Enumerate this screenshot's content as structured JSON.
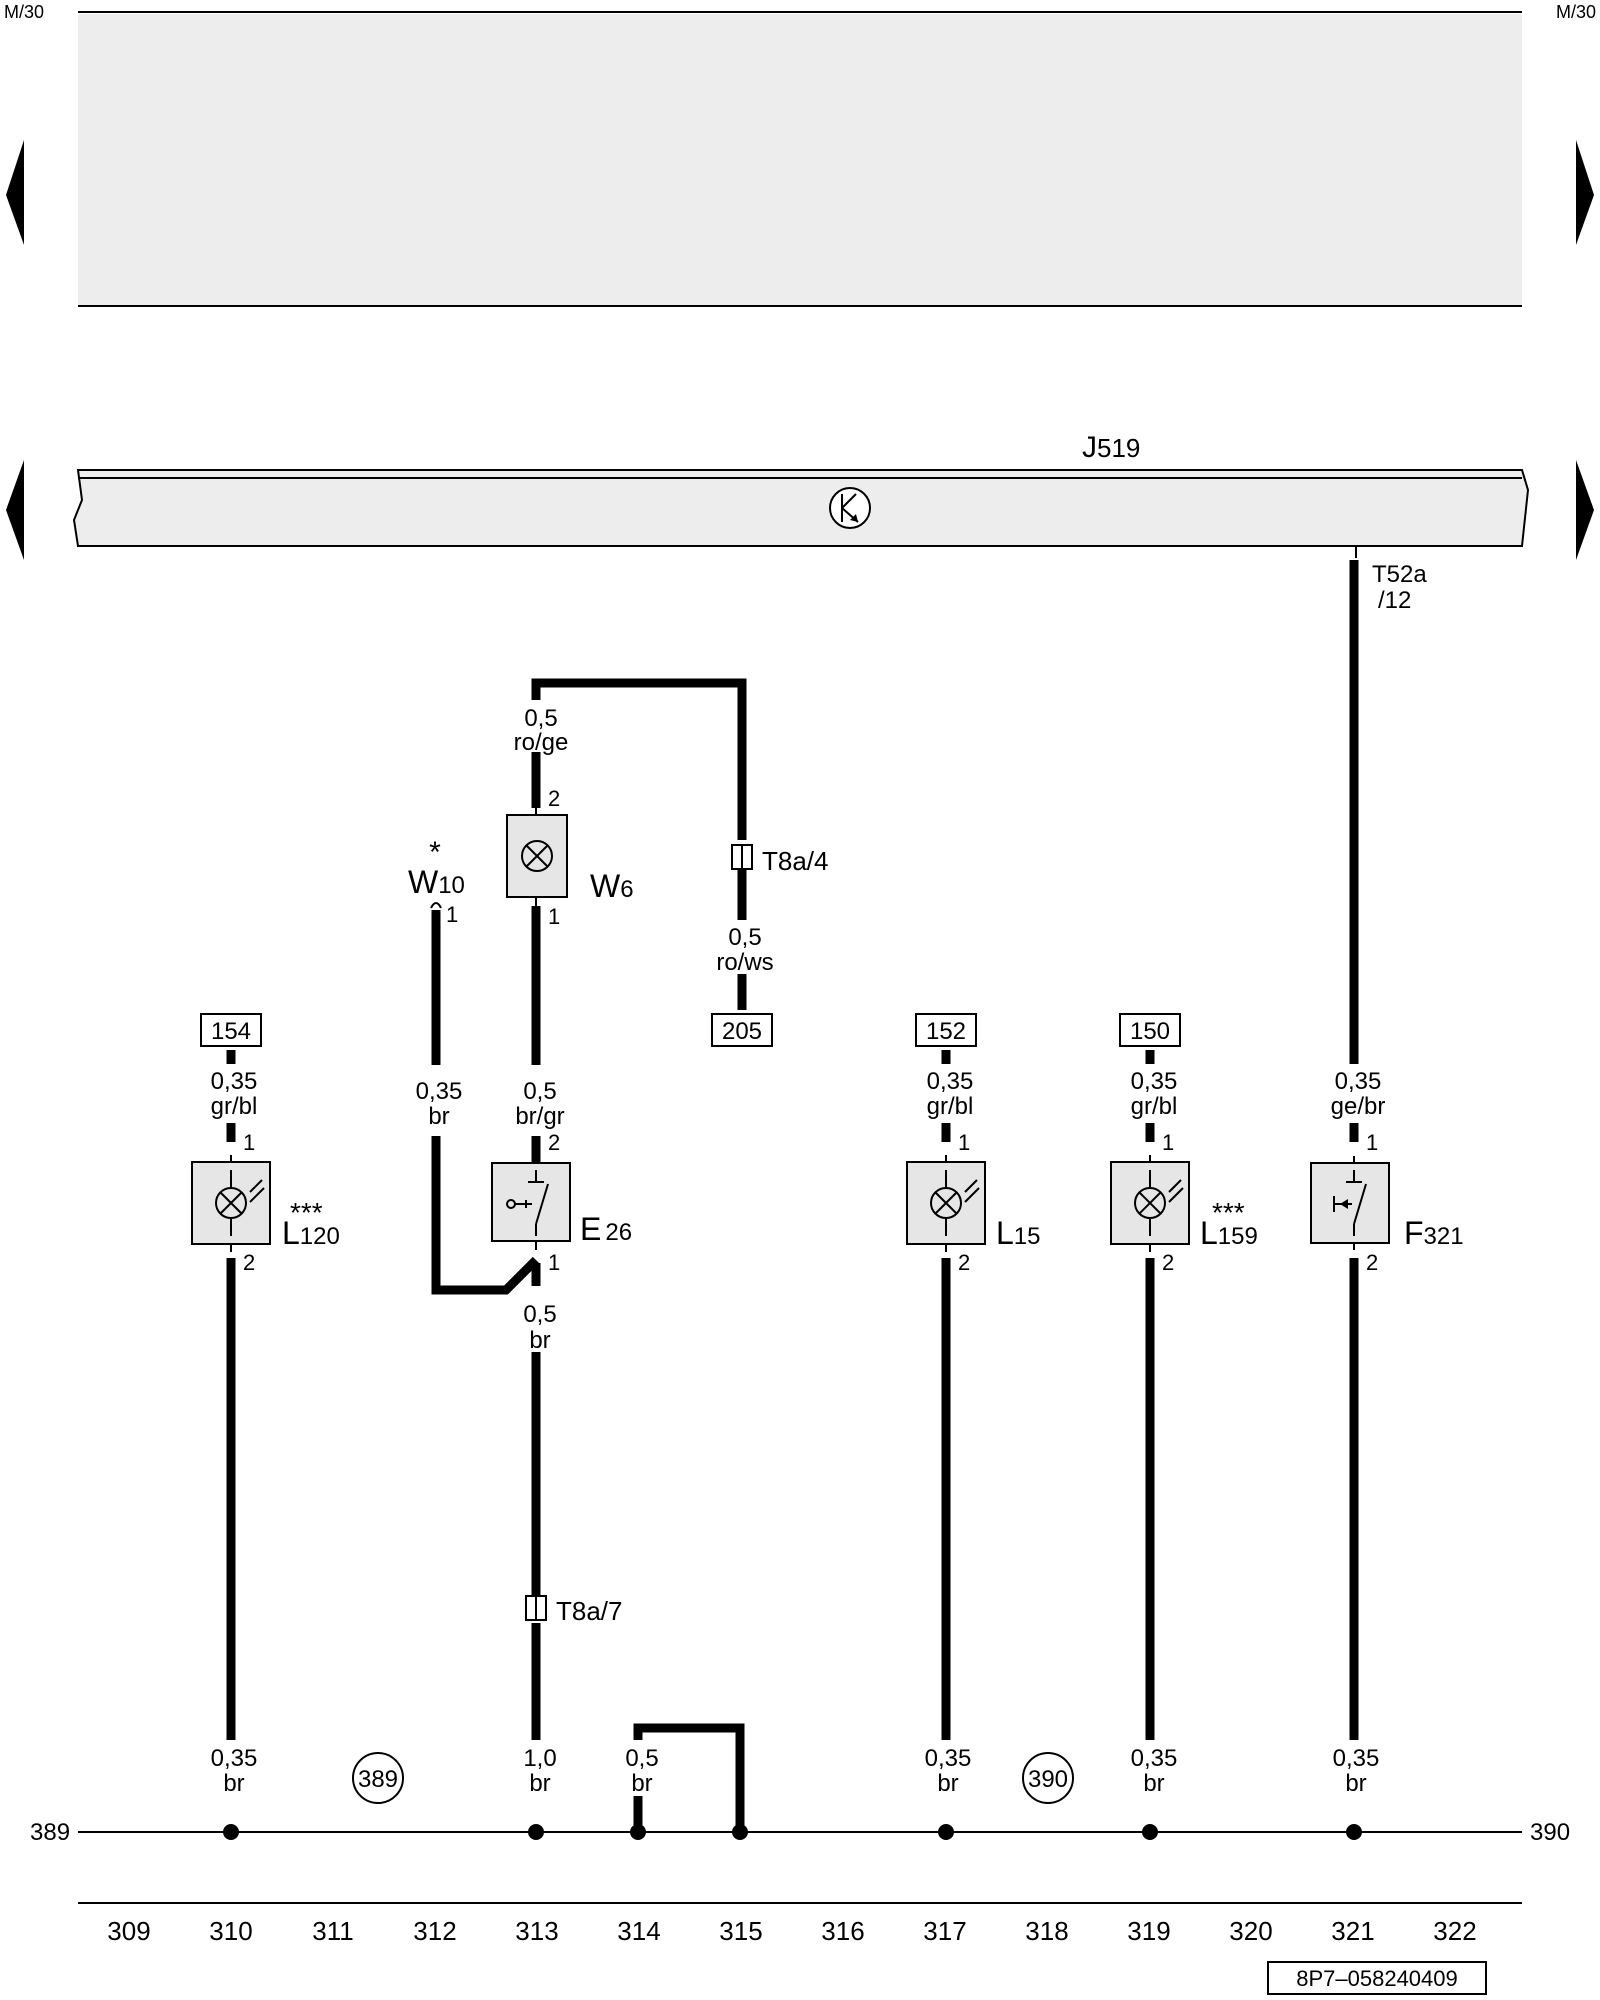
{
  "corner_labels": {
    "left": "M/30",
    "right": "M/30"
  },
  "bus_labels": {
    "left": "389",
    "right": "390"
  },
  "module": {
    "name": "J",
    "number": "519",
    "pin": "T52a",
    "pin_sub": "/12"
  },
  "components": {
    "W10": {
      "letter": "W",
      "number": "10",
      "mark": "*",
      "pin": "1"
    },
    "W6": {
      "letter": "W",
      "number": "6",
      "pin_top": "2",
      "pin_bot": "1"
    },
    "E26": {
      "letter": "E",
      "number": "26",
      "pin_top": "2",
      "pin_bot": "1"
    },
    "L120": {
      "letter": "L",
      "number": "120",
      "mark": "***",
      "pin_top": "1",
      "pin_bot": "2"
    },
    "L15": {
      "letter": "L",
      "number": "15",
      "pin_top": "1",
      "pin_bot": "2"
    },
    "L159": {
      "letter": "L",
      "number": "159",
      "mark": "***",
      "pin_top": "1",
      "pin_bot": "2"
    },
    "F321": {
      "letter": "F",
      "number": "321",
      "pin_top": "1",
      "pin_bot": "2"
    }
  },
  "connectors": {
    "t8a4": "T8a/4",
    "t8a7": "T8a/7"
  },
  "wire_labels": {
    "w6_top": [
      "0,5",
      "ro/ge"
    ],
    "t8a4_below": [
      "0,5",
      "ro/ws"
    ],
    "l120_top": [
      "0,35",
      "gr/bl"
    ],
    "w10_mid": [
      "0,35",
      "br"
    ],
    "e26_top": [
      "0,5",
      "br/gr"
    ],
    "e26_bot": [
      "0,5",
      "br"
    ],
    "l15_top": [
      "0,35",
      "gr/bl"
    ],
    "l159_top": [
      "0,35",
      "gr/bl"
    ],
    "f321_top": [
      "0,35",
      "ge/br"
    ],
    "g310": [
      "0,35",
      "br"
    ],
    "g313": [
      "1,0",
      "br"
    ],
    "g314": [
      "0,5",
      "br"
    ],
    "g317": [
      "0,35",
      "br"
    ],
    "g319": [
      "0,35",
      "br"
    ],
    "g321": [
      "0,35",
      "br"
    ]
  },
  "ref_boxes": {
    "r154": "154",
    "r205": "205",
    "r152": "152",
    "r150": "150"
  },
  "ground_points": {
    "g389": "389",
    "g390": "390"
  },
  "track_numbers": [
    "309",
    "310",
    "311",
    "312",
    "313",
    "314",
    "315",
    "316",
    "317",
    "318",
    "319",
    "320",
    "321",
    "322"
  ],
  "doc_code": "8P7–058240409",
  "colors": {
    "panel_fill": "#ededed",
    "component_fill": "#e6e6e6",
    "wire": "#000000"
  }
}
